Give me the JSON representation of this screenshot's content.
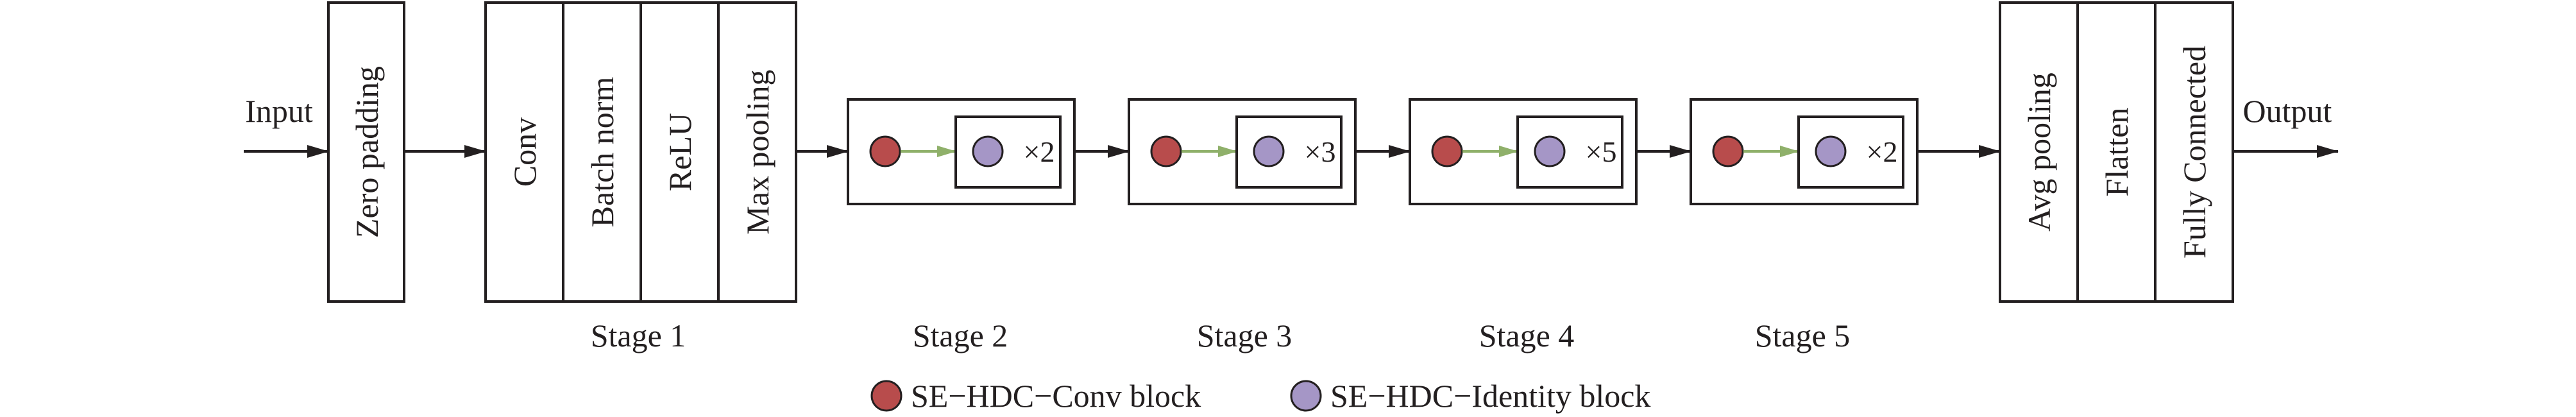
{
  "input_label": "Input",
  "output_label": "Output",
  "zero_padding": "Zero padding",
  "stage1": {
    "layers": [
      "Conv",
      "Batch norm",
      "ReLU",
      "Max pooling"
    ],
    "label": "Stage 1"
  },
  "stages": [
    {
      "label": "Stage 2",
      "repeat": "×2"
    },
    {
      "label": "Stage 3",
      "repeat": "×3"
    },
    {
      "label": "Stage 4",
      "repeat": "×5"
    },
    {
      "label": "Stage 5",
      "repeat": "×2"
    }
  ],
  "head_layers": [
    "Avg pooling",
    "Flatten",
    "Fully Connected"
  ],
  "legend": {
    "conv_block": "SE−HDC−Conv block",
    "identity_block": "SE−HDC−Identity block"
  },
  "colors": {
    "conv_block": "#b84c4c",
    "identity_block": "#a596c6",
    "inner_arrow": "#8fb06a"
  }
}
